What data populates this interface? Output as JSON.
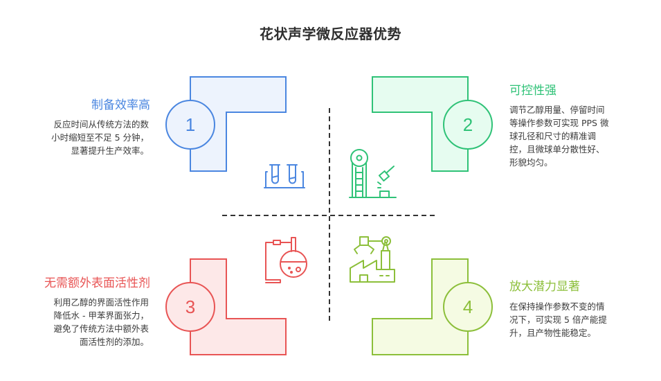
{
  "title": "花状声学微反应器优势",
  "colors": {
    "blue": "#4a86e0",
    "blue_fill": "#edf3fd",
    "green": "#2fc277",
    "green_fill": "#e6fcf0",
    "red": "#e85454",
    "red_fill": "#fde8e8",
    "lime": "#8cbf3a",
    "lime_fill": "#f5fbe3",
    "divider": "#333333"
  },
  "quadrants": [
    {
      "number": "1",
      "heading": "制备效率高",
      "lines": [
        "反应时间从传统方法的数",
        "小时缩短至不足 5 分钟，",
        "显著提升生产效率。"
      ],
      "icon": "test-tubes-icon"
    },
    {
      "number": "2",
      "heading": "可控性强",
      "lines": [
        "调节乙醇用量、停留时间",
        "等操作参数可实现 PPS 微",
        "球孔径和尺寸的精准调",
        "控，且微球单分散性好、",
        "形貌均匀。"
      ],
      "icon": "strength-tester-icon"
    },
    {
      "number": "3",
      "heading": "无需额外表面活性剂",
      "lines": [
        "利用乙醇的界面活性作用",
        "降低水 - 甲苯界面张力，",
        "避免了传统方法中额外表",
        "面活性剂的添加。"
      ],
      "icon": "flask-stand-icon"
    },
    {
      "number": "4",
      "heading": "放大潜力显著",
      "lines": [
        "在保持操作参数不变的情",
        "况下，可实现 5 倍产能提",
        "升，且产物性能稳定。"
      ],
      "icon": "factory-robot-arm-icon"
    }
  ]
}
